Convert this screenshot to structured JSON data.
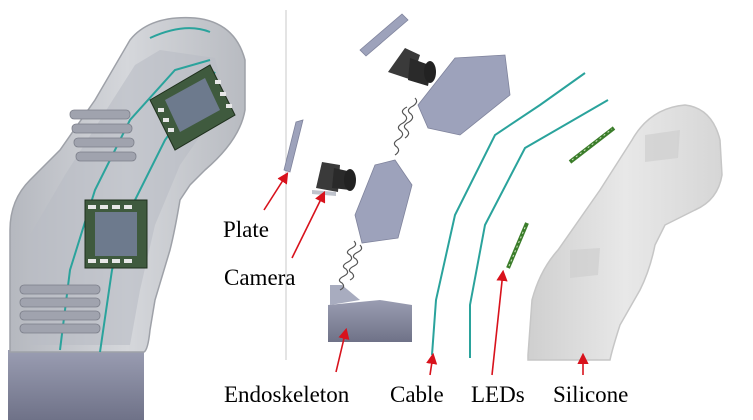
{
  "labels": {
    "plate": "Plate",
    "camera": "Camera",
    "endoskeleton": "Endoskeleton",
    "cable": "Cable",
    "leds": "LEDs",
    "silicone": "Silicone"
  },
  "colors": {
    "cable": "#2aa39c",
    "arrow": "#d8121c",
    "part_gray": "#9a9eb5",
    "silicone": "#e0e0e0",
    "led_green": "#3b7d2a",
    "camera_dark": "#2a2a2a"
  }
}
